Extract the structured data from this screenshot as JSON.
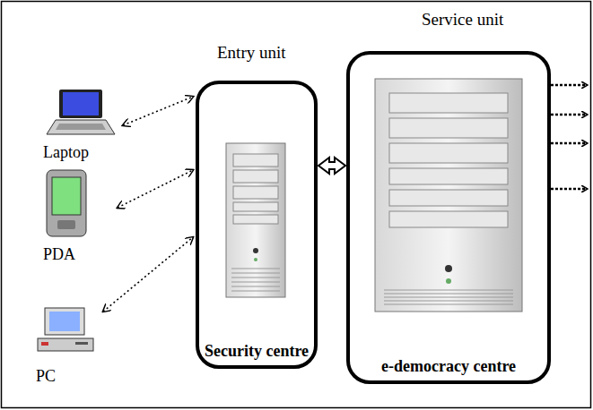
{
  "diagram": {
    "nodes": [
      {
        "text": [
          "Laptop"
        ]
      },
      {
        "text": [
          "PDA"
        ]
      },
      {
        "text": [
          "PC"
        ]
      },
      {
        "text": [
          "Entry unit",
          "Security centre"
        ]
      },
      {
        "text": [
          "Service unit",
          "e-democracy centre"
        ]
      }
    ],
    "edges": [
      {
        "from": 0,
        "to": 3,
        "arrow": "both"
      },
      {
        "from": 1,
        "to": 3,
        "arrow": "both"
      },
      {
        "from": 2,
        "to": 3,
        "arrow": "both"
      },
      {
        "from": 3,
        "to": 4,
        "arrow": "both"
      }
    ]
  }
}
